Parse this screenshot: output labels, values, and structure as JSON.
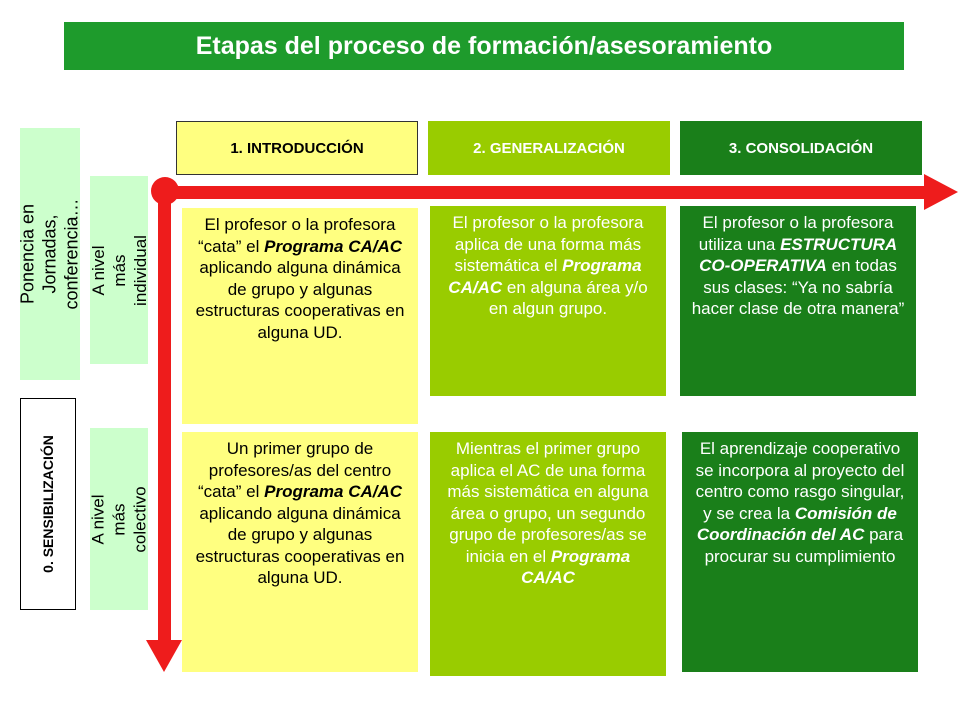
{
  "title": "Etapas del proceso de formación/asesoramiento",
  "headers": [
    "1. INTRODUCCIÓN",
    "2. GENERALIZACIÓN",
    "3. CONSOLIDACIÓN"
  ],
  "left": {
    "ponencia": "Ponencia en Jornadas, conferencia…",
    "sensibilizacion": "0. SENSIBILIZACIÓN",
    "individual": "A nivel más individual",
    "colectivo": "A nivel más colectivo"
  },
  "cells": {
    "r1a": [
      "El profesor o la profesora “cata” el ",
      "Programa CA/AC",
      " aplicando alguna dinámica de grupo y algunas estructuras cooperativas en alguna UD."
    ],
    "r1b": [
      "El profesor o la profesora aplica de una forma más sistemática el ",
      "Programa CA/AC",
      " en alguna área y/o en algun grupo."
    ],
    "r1c": [
      "El profesor o la profesora utiliza una ",
      "ESTRUCTURA CO-OPERATIVA",
      " en todas sus clases: “Ya no sabría hacer clase de otra manera”"
    ],
    "r2a": [
      "Un primer grupo de profesores/as del centro “cata” el ",
      "Programa CA/AC",
      " aplicando alguna dinámica de grupo y algunas estructuras cooperativas en alguna UD."
    ],
    "r2b": [
      "Mientras el primer grupo aplica el AC de una forma más sistemática en alguna área o grupo, un segundo grupo de profesores/as se inicia en el ",
      "Programa CA/AC",
      ""
    ],
    "r2c": [
      "El aprendizaje cooperativo se incorpora al proyecto del centro como rasgo singular, y se crea la ",
      "Comisión de Coordinación del AC",
      " para procurar su cumplimiento"
    ]
  },
  "colors": {
    "title": "#1e9b2c",
    "light_yellow": "#ffff80",
    "lime": "#99cc00",
    "dark_green": "#1a7f1a",
    "arrow": "#ee1c1c",
    "pale_green": "#ccffcc"
  }
}
